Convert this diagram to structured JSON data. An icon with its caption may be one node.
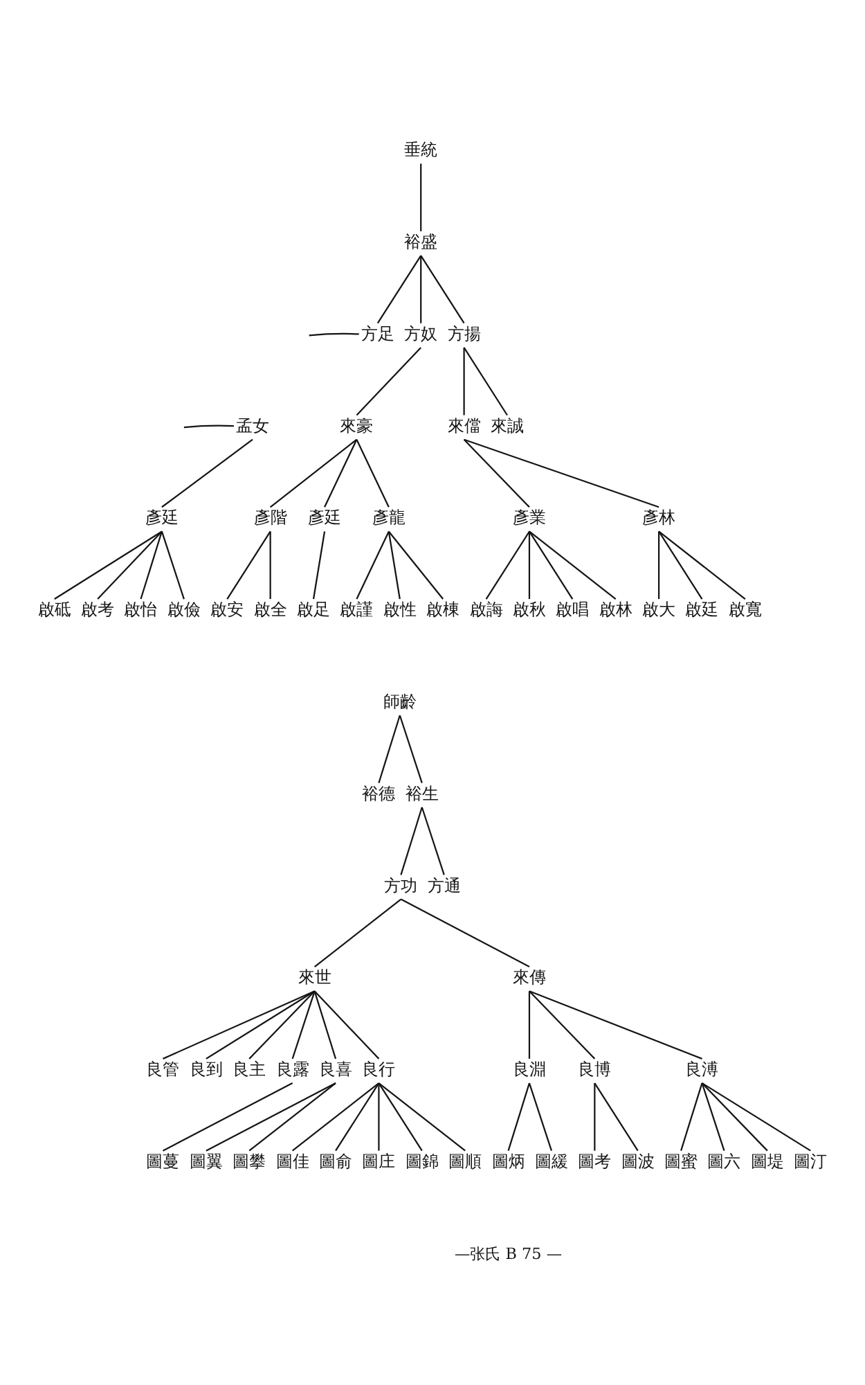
{
  "diagram": {
    "nodes": [
      {
        "text": [
          "垂統"
        ]
      },
      {
        "text": [
          "裕盛"
        ]
      },
      {
        "text": [
          "方足"
        ]
      },
      {
        "text": [
          "方奴"
        ]
      },
      {
        "text": [
          "方揚"
        ]
      },
      {
        "text": [
          "孟女"
        ]
      },
      {
        "text": [
          "來豪"
        ]
      },
      {
        "text": [
          "來儅"
        ]
      },
      {
        "text": [
          "來誠"
        ]
      },
      {
        "text": [
          "彥廷"
        ]
      },
      {
        "text": [
          "彥階"
        ]
      },
      {
        "text": [
          "彥廷"
        ]
      },
      {
        "text": [
          "彥龍"
        ]
      },
      {
        "text": [
          "彥業"
        ]
      },
      {
        "text": [
          "彥林"
        ]
      },
      {
        "text": [
          "啟砥"
        ]
      },
      {
        "text": [
          "啟考"
        ]
      },
      {
        "text": [
          "啟怡"
        ]
      },
      {
        "text": [
          "啟儉"
        ]
      },
      {
        "text": [
          "啟安"
        ]
      },
      {
        "text": [
          "啟全"
        ]
      },
      {
        "text": [
          "啟足"
        ]
      },
      {
        "text": [
          "啟謹"
        ]
      },
      {
        "text": [
          "啟性"
        ]
      },
      {
        "text": [
          "啟棟"
        ]
      },
      {
        "text": [
          "啟誨"
        ]
      },
      {
        "text": [
          "啟秋"
        ]
      },
      {
        "text": [
          "啟唱"
        ]
      },
      {
        "text": [
          "啟林"
        ]
      },
      {
        "text": [
          "啟大"
        ]
      },
      {
        "text": [
          "啟廷"
        ]
      },
      {
        "text": [
          "啟寬"
        ]
      },
      {
        "text": [
          "師齡"
        ]
      },
      {
        "text": [
          "裕德"
        ]
      },
      {
        "text": [
          "裕生"
        ]
      },
      {
        "text": [
          "方功"
        ]
      },
      {
        "text": [
          "方通"
        ]
      },
      {
        "text": [
          "來世"
        ]
      },
      {
        "text": [
          "來傳"
        ]
      },
      {
        "text": [
          "良管"
        ]
      },
      {
        "text": [
          "良到"
        ]
      },
      {
        "text": [
          "良主"
        ]
      },
      {
        "text": [
          "良露"
        ]
      },
      {
        "text": [
          "良喜"
        ]
      },
      {
        "text": [
          "良行"
        ]
      },
      {
        "text": [
          "良淵"
        ]
      },
      {
        "text": [
          "良博"
        ]
      },
      {
        "text": [
          "良溥"
        ]
      },
      {
        "text": [
          "圖蔓"
        ]
      },
      {
        "text": [
          "圖翼"
        ]
      },
      {
        "text": [
          "圖攀"
        ]
      },
      {
        "text": [
          "圖佳"
        ]
      },
      {
        "text": [
          "圖俞"
        ]
      },
      {
        "text": [
          "圖庄"
        ]
      },
      {
        "text": [
          "圖錦"
        ]
      },
      {
        "text": [
          "圖順"
        ]
      },
      {
        "text": [
          "圖炳"
        ]
      },
      {
        "text": [
          "圖緩"
        ]
      },
      {
        "text": [
          "圖考"
        ]
      },
      {
        "text": [
          "圖波"
        ]
      },
      {
        "text": [
          "圖蜜"
        ]
      },
      {
        "text": [
          "圖六"
        ]
      },
      {
        "text": [
          "圖堤"
        ]
      },
      {
        "text": [
          "圖汀"
        ]
      }
    ],
    "edges": [
      {
        "from": 0,
        "to": 1,
        "arrow": "none"
      },
      {
        "from": 1,
        "to": 2,
        "arrow": "none"
      },
      {
        "from": 1,
        "to": 3,
        "arrow": "none"
      },
      {
        "from": 1,
        "to": 4,
        "arrow": "none"
      },
      {
        "from": null,
        "to": 2,
        "arrow": "none"
      },
      {
        "from": null,
        "to": 5,
        "arrow": "none"
      },
      {
        "from": 3,
        "to": 6,
        "arrow": "none"
      },
      {
        "from": 4,
        "to": 7,
        "arrow": "none"
      },
      {
        "from": 4,
        "to": 8,
        "arrow": "none"
      },
      {
        "from": 5,
        "to": 9,
        "arrow": "none"
      },
      {
        "from": 6,
        "to": 10,
        "arrow": "none"
      },
      {
        "from": 6,
        "to": 11,
        "arrow": "none"
      },
      {
        "from": 6,
        "to": 12,
        "arrow": "none"
      },
      {
        "from": 7,
        "to": 13,
        "arrow": "none"
      },
      {
        "from": 7,
        "to": 14,
        "arrow": "none"
      },
      {
        "from": 9,
        "to": 15,
        "arrow": "none"
      },
      {
        "from": 9,
        "to": 16,
        "arrow": "none"
      },
      {
        "from": 9,
        "to": 17,
        "arrow": "none"
      },
      {
        "from": 9,
        "to": 18,
        "arrow": "none"
      },
      {
        "from": 10,
        "to": 19,
        "arrow": "none"
      },
      {
        "from": 10,
        "to": 20,
        "arrow": "none"
      },
      {
        "from": 11,
        "to": 21,
        "arrow": "none"
      },
      {
        "from": 12,
        "to": 22,
        "arrow": "none"
      },
      {
        "from": 12,
        "to": 23,
        "arrow": "none"
      },
      {
        "from": 12,
        "to": 24,
        "arrow": "none"
      },
      {
        "from": 13,
        "to": 25,
        "arrow": "none"
      },
      {
        "from": 13,
        "to": 26,
        "arrow": "none"
      },
      {
        "from": 13,
        "to": 27,
        "arrow": "none"
      },
      {
        "from": 13,
        "to": 28,
        "arrow": "none"
      },
      {
        "from": 14,
        "to": 29,
        "arrow": "none"
      },
      {
        "from": 14,
        "to": 30,
        "arrow": "none"
      },
      {
        "from": 14,
        "to": 31,
        "arrow": "none"
      },
      {
        "from": 32,
        "to": 33,
        "arrow": "none"
      },
      {
        "from": 32,
        "to": 34,
        "arrow": "none"
      },
      {
        "from": 34,
        "to": 35,
        "arrow": "none"
      },
      {
        "from": 34,
        "to": 36,
        "arrow": "none"
      },
      {
        "from": 35,
        "to": 37,
        "arrow": "none"
      },
      {
        "from": 35,
        "to": 38,
        "arrow": "none"
      },
      {
        "from": 37,
        "to": 39,
        "arrow": "none"
      },
      {
        "from": 37,
        "to": 40,
        "arrow": "none"
      },
      {
        "from": 37,
        "to": 41,
        "arrow": "none"
      },
      {
        "from": 37,
        "to": 42,
        "arrow": "none"
      },
      {
        "from": 37,
        "to": 43,
        "arrow": "none"
      },
      {
        "from": 37,
        "to": 44,
        "arrow": "none"
      },
      {
        "from": 38,
        "to": 45,
        "arrow": "none"
      },
      {
        "from": 38,
        "to": 46,
        "arrow": "none"
      },
      {
        "from": 38,
        "to": 47,
        "arrow": "none"
      },
      {
        "from": 42,
        "to": 48,
        "arrow": "none"
      },
      {
        "from": 43,
        "to": 49,
        "arrow": "none"
      },
      {
        "from": 43,
        "to": 50,
        "arrow": "none"
      },
      {
        "from": 44,
        "to": 51,
        "arrow": "none"
      },
      {
        "from": 44,
        "to": 52,
        "arrow": "none"
      },
      {
        "from": 44,
        "to": 53,
        "arrow": "none"
      },
      {
        "from": 44,
        "to": 54,
        "arrow": "none"
      },
      {
        "from": 44,
        "to": 55,
        "arrow": "none"
      },
      {
        "from": 45,
        "to": 56,
        "arrow": "none"
      },
      {
        "from": 45,
        "to": 57,
        "arrow": "none"
      },
      {
        "from": 46,
        "to": 58,
        "arrow": "none"
      },
      {
        "from": 46,
        "to": 59,
        "arrow": "none"
      },
      {
        "from": 47,
        "to": 60,
        "arrow": "none"
      },
      {
        "from": 47,
        "to": 61,
        "arrow": "none"
      },
      {
        "from": 47,
        "to": 62,
        "arrow": "none"
      },
      {
        "from": 47,
        "to": 63,
        "arrow": "none"
      }
    ],
    "labels": [
      "—张氏 B 75 —"
    ]
  }
}
